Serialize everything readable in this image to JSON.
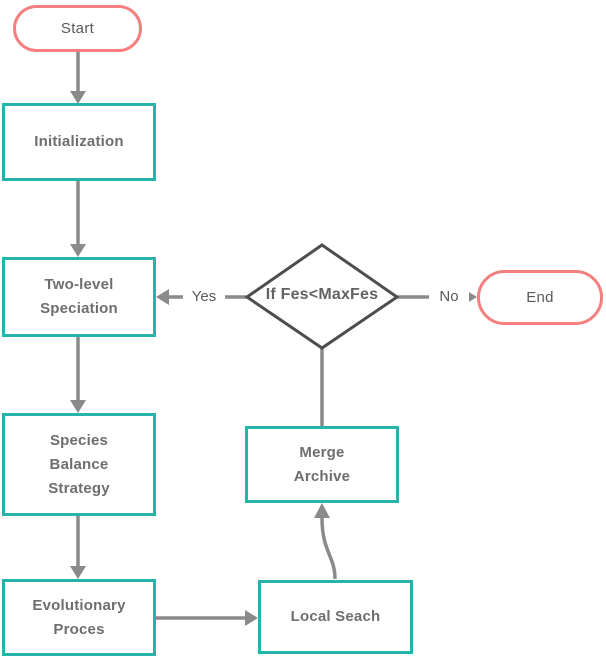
{
  "diagram": {
    "type": "flowchart",
    "colors": {
      "process_border": "#26b3aa",
      "terminator_border": "#f57f7f",
      "decision_border": "#4d4d4d",
      "connector": "#8a8a8a",
      "node_text": "#6e6e6e",
      "label_text": "#595959",
      "background": "#ffffff"
    },
    "nodes": {
      "start": {
        "label": "Start",
        "shape": "terminator"
      },
      "initialization": {
        "label": "Initialization",
        "shape": "process"
      },
      "two_level_speciation": {
        "label": "Two-level\nSpeciation",
        "shape": "process"
      },
      "species_balance_strategy": {
        "label": "Species\nBalance\nStrategy",
        "shape": "process"
      },
      "evolutionary_process": {
        "label": "Evolutionary\nProces",
        "shape": "process"
      },
      "local_search": {
        "label": "Local Seach",
        "shape": "process"
      },
      "merge_archive": {
        "label": "Merge\nArchive",
        "shape": "process"
      },
      "decision": {
        "label": "If Fes<MaxFes",
        "shape": "decision"
      },
      "end": {
        "label": "End",
        "shape": "terminator"
      }
    },
    "edges": [
      {
        "from": "start",
        "to": "initialization",
        "label": ""
      },
      {
        "from": "initialization",
        "to": "two_level_speciation",
        "label": ""
      },
      {
        "from": "two_level_speciation",
        "to": "species_balance_strategy",
        "label": ""
      },
      {
        "from": "species_balance_strategy",
        "to": "evolutionary_process",
        "label": ""
      },
      {
        "from": "evolutionary_process",
        "to": "local_search",
        "label": ""
      },
      {
        "from": "local_search",
        "to": "merge_archive",
        "label": ""
      },
      {
        "from": "merge_archive",
        "to": "decision",
        "label": ""
      },
      {
        "from": "decision",
        "to": "two_level_speciation",
        "label": "Yes"
      },
      {
        "from": "decision",
        "to": "end",
        "label": "No"
      }
    ],
    "edge_labels": {
      "yes": "Yes",
      "no": "No"
    }
  }
}
